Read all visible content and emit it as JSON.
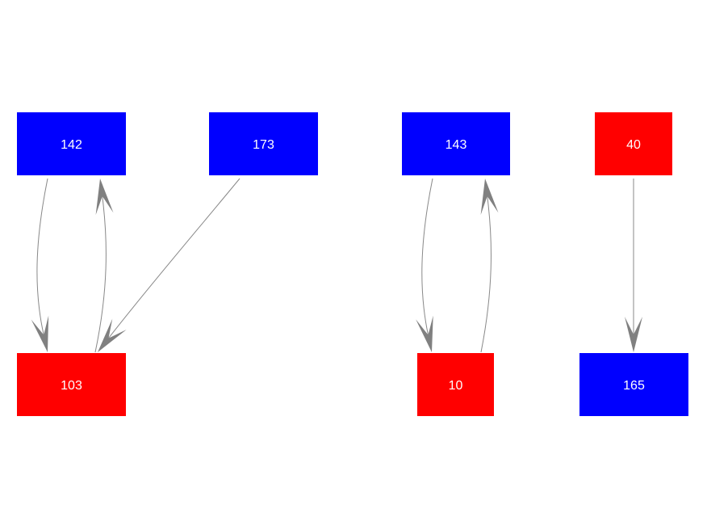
{
  "colors": {
    "blue": "#0000ff",
    "red": "#ff0000",
    "edge": "#888888",
    "arrowhead": "#808080",
    "label": "#ffffff",
    "background": "#ffffff"
  },
  "nodes": [
    {
      "id": "n142",
      "label": "142",
      "color": "blue"
    },
    {
      "id": "n173",
      "label": "173",
      "color": "blue"
    },
    {
      "id": "n103",
      "label": "103",
      "color": "red"
    },
    {
      "id": "n143",
      "label": "143",
      "color": "blue"
    },
    {
      "id": "n10",
      "label": "10",
      "color": "red"
    },
    {
      "id": "n40",
      "label": "40",
      "color": "red"
    },
    {
      "id": "n165",
      "label": "165",
      "color": "blue"
    }
  ],
  "edges": [
    {
      "from": "n142",
      "to": "n103"
    },
    {
      "from": "n103",
      "to": "n142"
    },
    {
      "from": "n173",
      "to": "n103"
    },
    {
      "from": "n143",
      "to": "n10"
    },
    {
      "from": "n10",
      "to": "n143"
    },
    {
      "from": "n40",
      "to": "n165"
    }
  ]
}
